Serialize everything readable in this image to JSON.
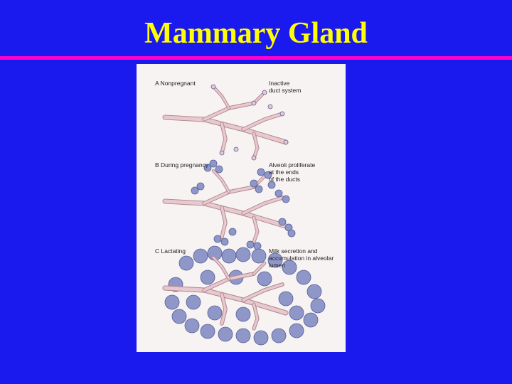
{
  "slide": {
    "title": "Mammary Gland",
    "colors": {
      "background": "#1a1aee",
      "title": "#ffff00",
      "rule": "#ff00cc"
    }
  },
  "figure": {
    "panels": [
      {
        "label": "A  Nonpregnant",
        "note": "Inactive\nduct system"
      },
      {
        "label": "B  During pregnancy",
        "note": "Alveoli proliferate\nat the ends\nof the ducts"
      },
      {
        "label": "C  Lactating",
        "note": "Milk secretion and\naccumulation in alveolar\nlumen"
      }
    ],
    "colors": {
      "duct": "#e7c9cf",
      "duct_outline": "#b58a93",
      "alveolus": "#8f97c9",
      "alveolus_dark": "#565e98",
      "paper": "#f7f3f2"
    }
  }
}
